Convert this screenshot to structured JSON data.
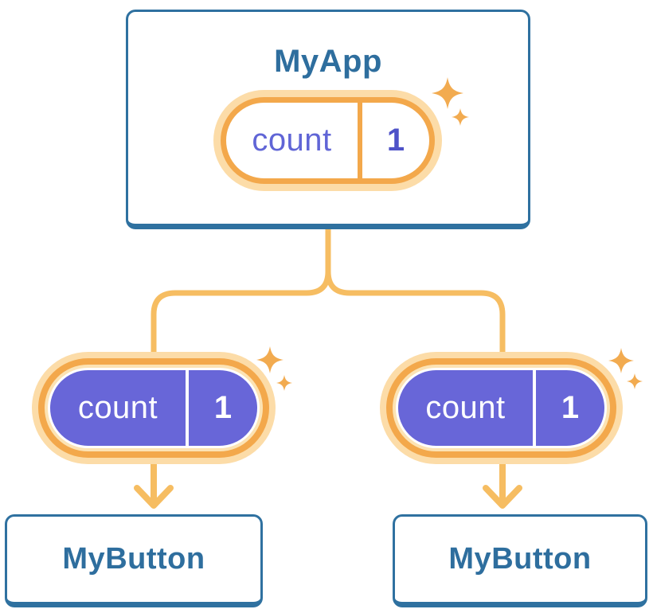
{
  "colors": {
    "background": "#FFFFFF",
    "card_border": "#2F71A0",
    "card_text": "#2E6E9E",
    "connector": "#F6BD62",
    "ring_orange": "#F3A84B",
    "ring_glow": "#FCDCA8",
    "ring_gap": "#FCE3B4",
    "state_name_text": "#6065D6",
    "state_value_text": "#4E52C8",
    "props_fill": "#6866D8",
    "props_text": "#FFFFFF",
    "sparkle": "#F2AB50"
  },
  "diagram": {
    "root": {
      "label": "MyApp",
      "state": {
        "name": "count",
        "value": "1"
      }
    },
    "children": [
      {
        "label": "MyButton",
        "props": {
          "name": "count",
          "value": "1"
        }
      },
      {
        "label": "MyButton",
        "props": {
          "name": "count",
          "value": "1"
        }
      }
    ]
  }
}
